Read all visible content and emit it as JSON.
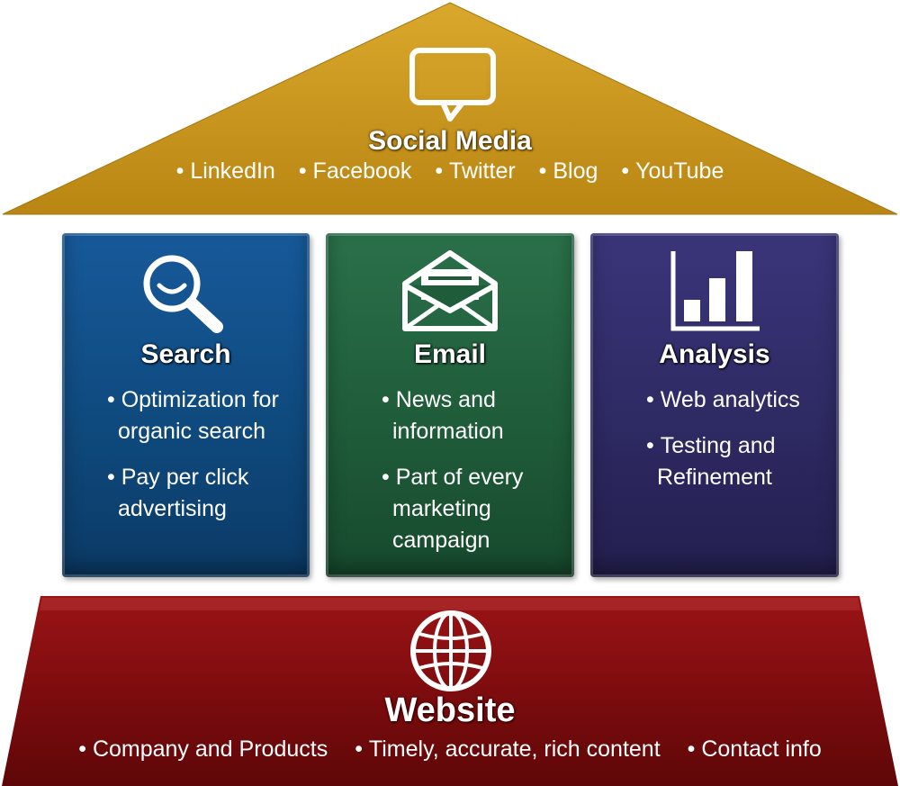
{
  "roof": {
    "title": "Social Media",
    "items": [
      "LinkedIn",
      "Facebook",
      "Twitter",
      "Blog",
      "YouTube"
    ],
    "icon": "chat-bubble-icon",
    "color": "#C9951B"
  },
  "pillars": [
    {
      "id": "search",
      "title": "Search",
      "icon": "magnifier-icon",
      "color": "#0F4A7E",
      "items": [
        "Optimization for organic search",
        "Pay per click advertising"
      ]
    },
    {
      "id": "email",
      "title": "Email",
      "icon": "envelope-icon",
      "color": "#1F5C3A",
      "items": [
        "News and information",
        "Part of every marketing campaign"
      ]
    },
    {
      "id": "analysis",
      "title": "Analysis",
      "icon": "bar-chart-icon",
      "color": "#2E2A63",
      "items": [
        "Web analytics",
        "Testing and Refinement"
      ]
    }
  ],
  "base": {
    "title": "Website",
    "icon": "globe-icon",
    "color": "#7E0C0E",
    "items": [
      "Company and Products",
      "Timely, accurate, rich content",
      "Contact info"
    ]
  }
}
